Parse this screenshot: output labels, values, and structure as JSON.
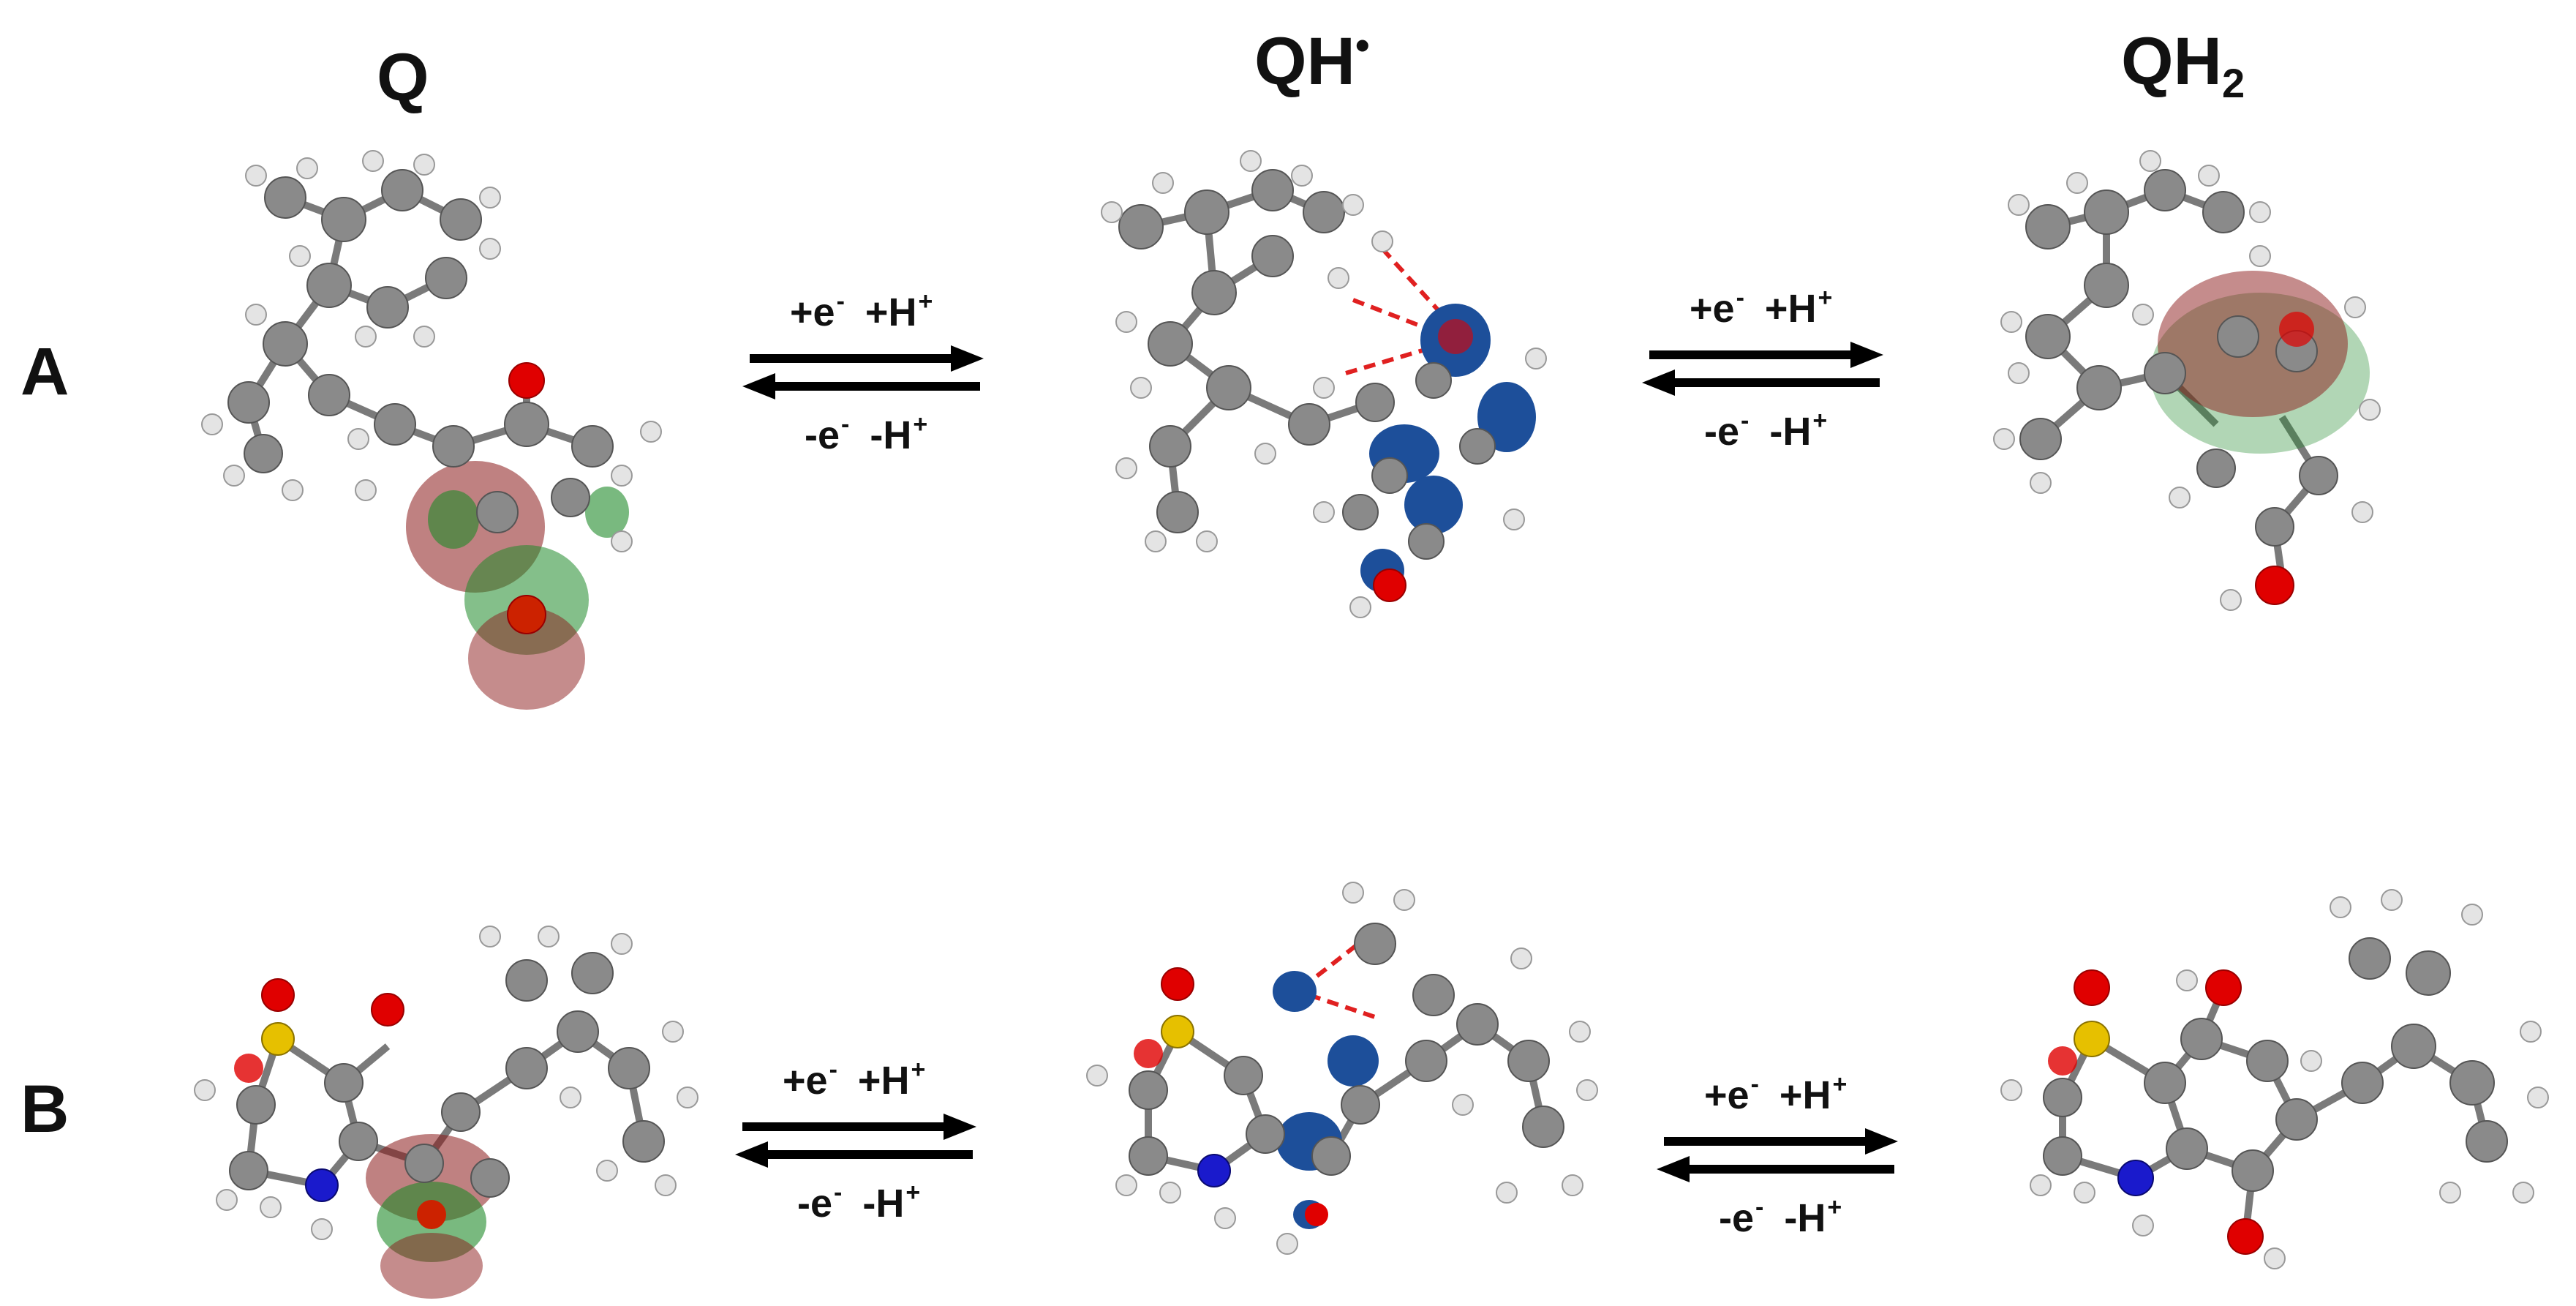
{
  "columns": [
    {
      "base": "Q",
      "sup": "",
      "sub": ""
    },
    {
      "base": "QH",
      "sup": "•",
      "sub": ""
    },
    {
      "base": "QH",
      "sup": "",
      "sub": "2"
    }
  ],
  "rows": [
    "A",
    "B"
  ],
  "arrow_labels": {
    "forward_e": "+e",
    "forward_e_charge": "-",
    "forward_h": "+H",
    "forward_h_charge": "+",
    "reverse_e": "-e",
    "reverse_e_charge": "-",
    "reverse_h": "-H",
    "reverse_h_charge": "+"
  },
  "colors": {
    "carbon": "#8a8a8a",
    "hydrogen": "#e4e4e4",
    "oxygen": "#e00000",
    "nitrogen": "#1a1acc",
    "sulfur": "#e6c000",
    "orbital_negative": "#8b1a1a",
    "orbital_positive": "#1f8a2a",
    "spin_density": "#1d4f9a",
    "hbond": "#e02020"
  }
}
